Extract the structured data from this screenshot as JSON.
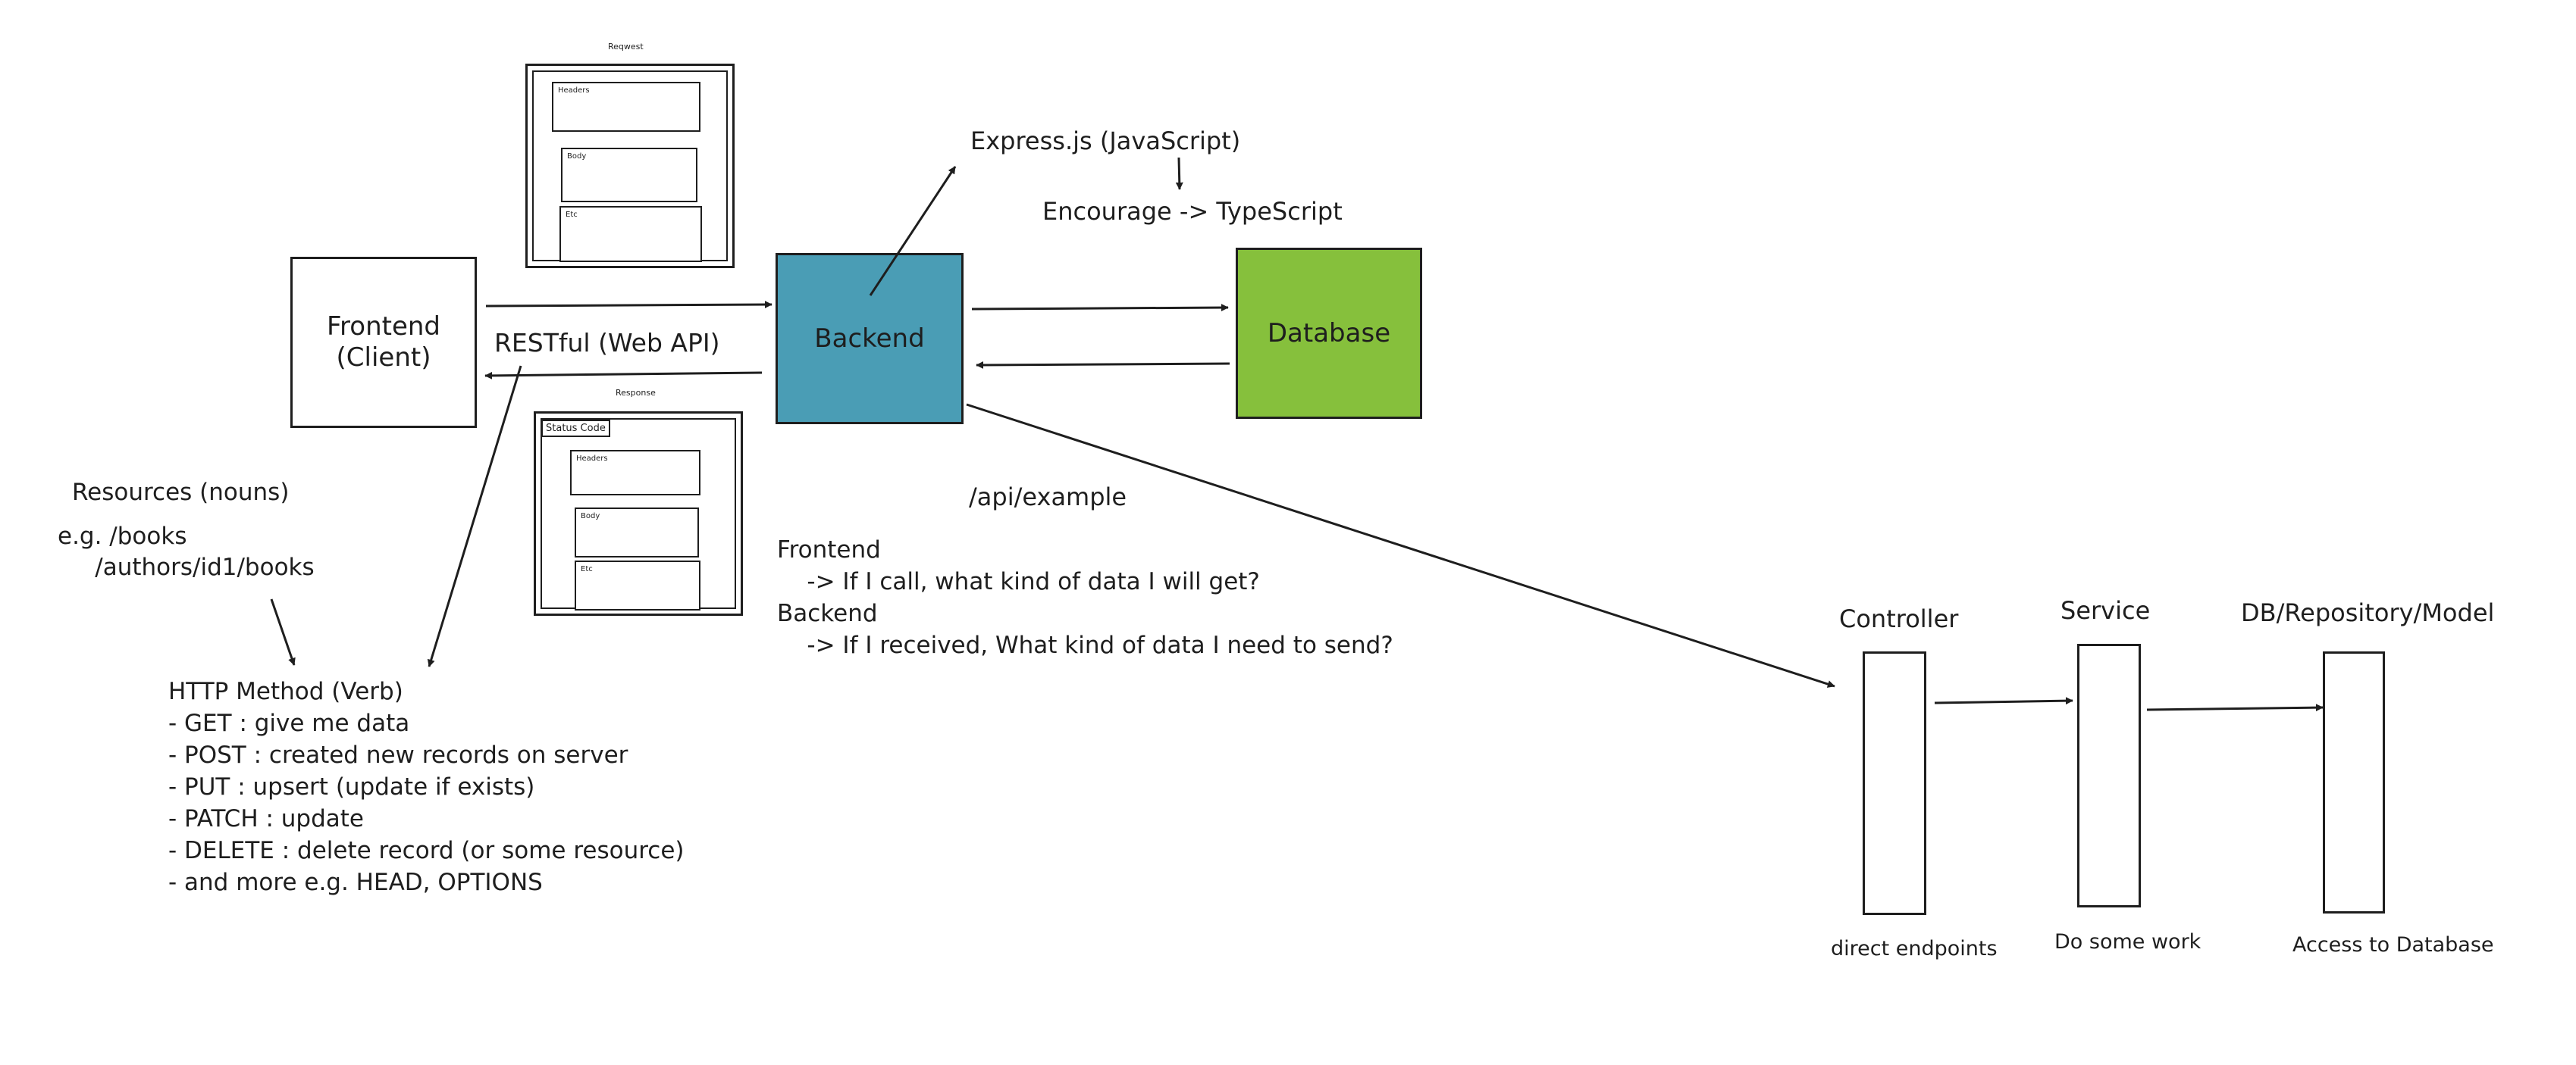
{
  "colors": {
    "stroke": "#1e1e1e",
    "backend_fill": "#4a9db5",
    "database_fill": "#86c03c"
  },
  "nodes": {
    "frontend": "Frontend\n(Client)",
    "backend": "Backend",
    "database": "Database"
  },
  "request_panel": {
    "title": "Reqwest",
    "headers": "Headers",
    "body": "Body",
    "etc": "Etc"
  },
  "response_panel": {
    "title": "Response",
    "status_code": "Status Code",
    "headers": "Headers",
    "body": "Body",
    "etc": "Etc"
  },
  "labels": {
    "restful": "RESTful (Web API)",
    "express": "Express.js (JavaScript)",
    "encourage": "Encourage -> TypeScript",
    "api_example": "/api/example",
    "resources_title": "Resources (nouns)",
    "resources_examples": "e.g. /books\n     /authors/id1/books",
    "contract": "Frontend\n    -> If I call, what kind of data I will get?\nBackend\n    -> If I received, What kind of data I need to send?"
  },
  "http_methods": {
    "title": "HTTP Method (Verb)",
    "items": [
      "- GET : give me data",
      "- POST : created new records on server",
      "- PUT : upsert (update if exists)",
      "- PATCH : update",
      "- DELETE : delete record (or some resource)",
      "- and more e.g. HEAD, OPTIONS"
    ]
  },
  "layers": [
    {
      "name": "Controller",
      "caption": "direct endpoints"
    },
    {
      "name": "Service",
      "caption": "Do some work"
    },
    {
      "name": "DB/Repository/Model",
      "caption": "Access to Database"
    }
  ]
}
